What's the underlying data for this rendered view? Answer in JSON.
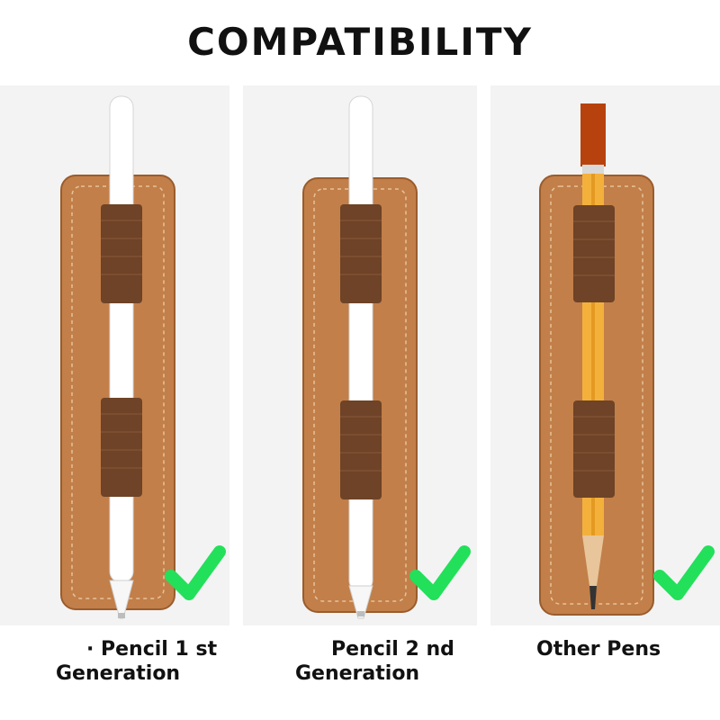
{
  "title": "COMPATIBILITY",
  "colors": {
    "leather": "#c27f49",
    "leather_dark": "#9a5c2d",
    "band": "#6e4327",
    "check": "#22e05a",
    "panel_bg": "#f3f3f3"
  },
  "items": [
    {
      "line1": "· Pencil 1 st",
      "line2": "Generation",
      "icon": "apple-pencil-icon",
      "compatible": true
    },
    {
      "line1": "Pencil 2 nd",
      "line2": "Generation",
      "icon": "apple-pencil-icon",
      "compatible": true
    },
    {
      "line1": "Other Pens",
      "line2": "",
      "icon": "wooden-pencil-icon",
      "compatible": true
    }
  ]
}
